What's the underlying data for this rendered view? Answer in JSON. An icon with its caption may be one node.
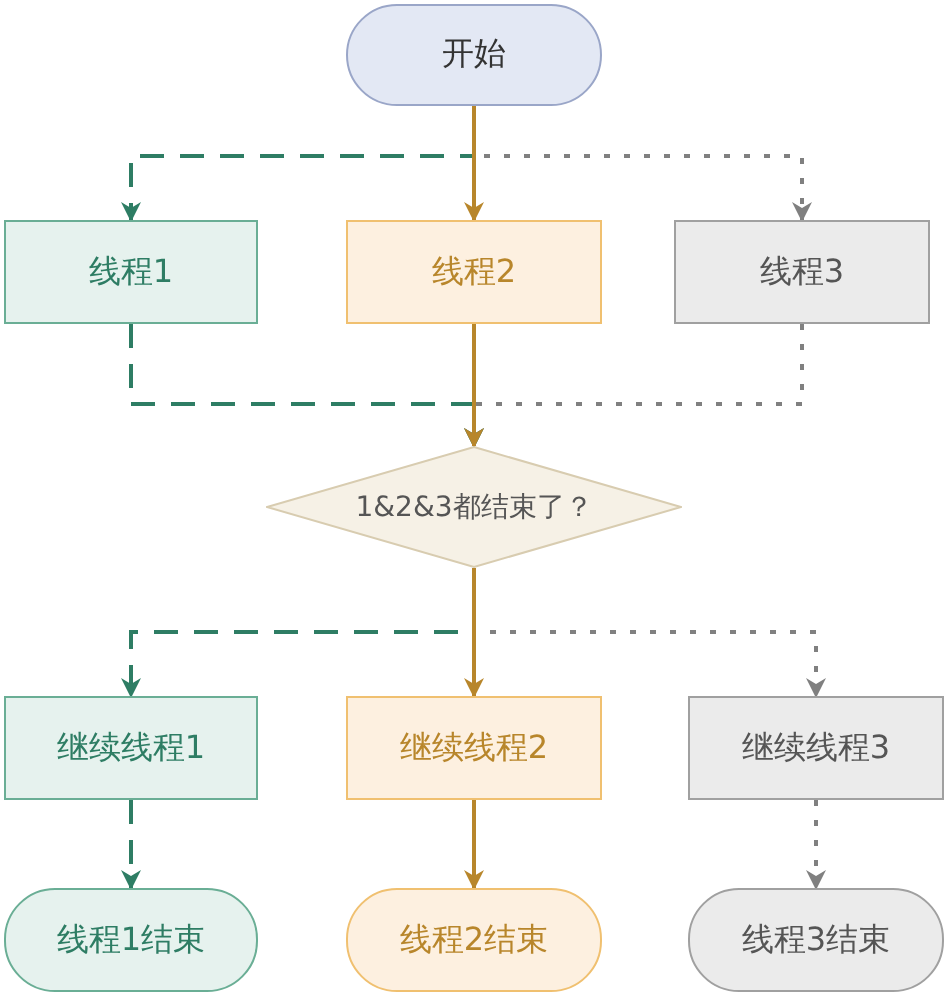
{
  "diagram": {
    "nodes": [
      {
        "text": [
          "开始"
        ]
      },
      {
        "text": [
          "线程1"
        ]
      },
      {
        "text": [
          "线程2"
        ]
      },
      {
        "text": [
          "线程3"
        ]
      },
      {
        "text": [
          "1&2&3都结束了？"
        ]
      },
      {
        "text": [
          "继续线程1"
        ]
      },
      {
        "text": [
          "继续线程2"
        ]
      },
      {
        "text": [
          "继续线程3"
        ]
      },
      {
        "text": [
          "线程1结束"
        ]
      },
      {
        "text": [
          "线程2结束"
        ]
      },
      {
        "text": [
          "线程3结束"
        ]
      }
    ],
    "edges": [
      {
        "from": 0,
        "to": 3,
        "arrow": "to",
        "style": "dashed",
        "color": "#808080"
      },
      {
        "from": 0,
        "to": 1,
        "arrow": "to",
        "style": "dashed",
        "color": "#2e7d64"
      },
      {
        "from": 0,
        "to": 2,
        "arrow": "to"
      },
      {
        "from": 3,
        "to": 4,
        "arrow": "to",
        "style": "dashed",
        "color": "#808080"
      },
      {
        "from": 1,
        "to": 4,
        "arrow": "to",
        "style": "dashed",
        "color": "#2e7d64"
      },
      {
        "from": 2,
        "to": 4,
        "arrow": "to"
      },
      {
        "from": 4,
        "to": 7,
        "arrow": "to",
        "style": "dashed",
        "color": "#808080"
      },
      {
        "from": 4,
        "to": 5,
        "arrow": "to",
        "style": "dashed",
        "color": "#2e7d64"
      },
      {
        "from": 4,
        "to": 6,
        "arrow": "to"
      },
      {
        "from": 5,
        "to": 8,
        "arrow": "to",
        "style": "dashed",
        "color": "#2e7d64"
      },
      {
        "from": 6,
        "to": 9,
        "arrow": "to"
      },
      {
        "from": 7,
        "to": 10,
        "arrow": "to",
        "style": "dashed",
        "color": "#808080"
      }
    ]
  }
}
